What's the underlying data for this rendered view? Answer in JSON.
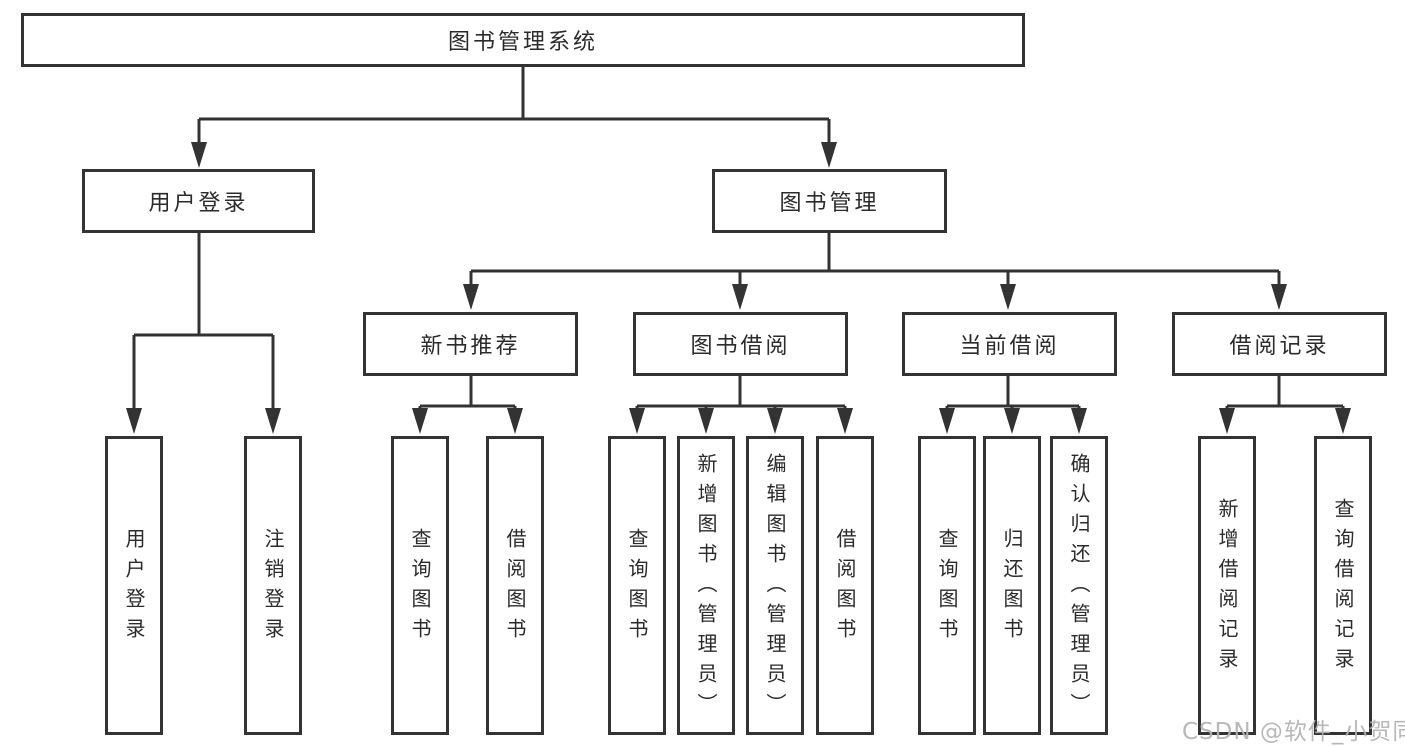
{
  "tree": {
    "label": "图书管理系统",
    "children": [
      {
        "label": "用户登录",
        "children": [
          {
            "label": "用户登录"
          },
          {
            "label": "注销登录"
          }
        ]
      },
      {
        "label": "图书管理",
        "children": [
          {
            "label": "新书推荐",
            "children": [
              {
                "label": "查询图书"
              },
              {
                "label": "借阅图书"
              }
            ]
          },
          {
            "label": "图书借阅",
            "children": [
              {
                "label": "查询图书"
              },
              {
                "label": "新增图书（管理员）"
              },
              {
                "label": "编辑图书（管理员）"
              },
              {
                "label": "借阅图书"
              }
            ]
          },
          {
            "label": "当前借阅",
            "children": [
              {
                "label": "查询图书"
              },
              {
                "label": "归还图书"
              },
              {
                "label": "确认归还（管理员）"
              }
            ]
          },
          {
            "label": "借阅记录",
            "children": [
              {
                "label": "新增借阅记录"
              },
              {
                "label": "查询借阅记录"
              }
            ]
          }
        ]
      }
    ]
  },
  "watermark": "CSDN @软件_小贺同学",
  "colors": {
    "line": "#333333",
    "box_border": "#333333",
    "box_background": "#ffffff",
    "text": "#2b2b2b",
    "watermark": "#b2b2b2",
    "background": "#ffffff"
  }
}
